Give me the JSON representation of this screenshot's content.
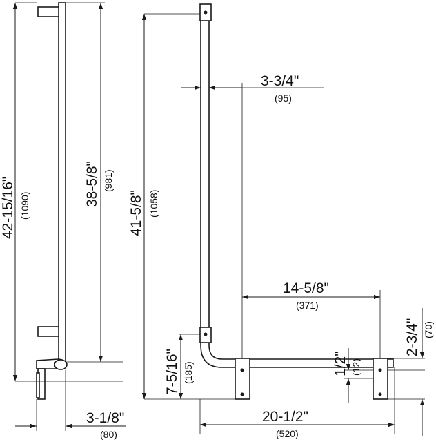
{
  "dimensions": {
    "overall_height": {
      "inch": "42-15/16\"",
      "mm": "(1090)"
    },
    "bar_length_side": {
      "inch": "38-5/8\"",
      "mm": "(981)"
    },
    "vertical_leg": {
      "inch": "41-5/8\"",
      "mm": "(1058)"
    },
    "wall_projection_side": {
      "inch": "3-1/8\"",
      "mm": "(80)"
    },
    "bar_offset": {
      "inch": "3-3/4\"",
      "mm": "(95)"
    },
    "horizontal_span": {
      "inch": "14-5/8\"",
      "mm": "(371)"
    },
    "overall_width": {
      "inch": "20-1/2\"",
      "mm": "(520)"
    },
    "bend_height": {
      "inch": "7-5/16\"",
      "mm": "(185)"
    },
    "flange_height": {
      "inch": "2-3/4\"",
      "mm": "(70)"
    },
    "hole_offset": {
      "inch": "1/2\"",
      "mm": "(12)"
    }
  }
}
